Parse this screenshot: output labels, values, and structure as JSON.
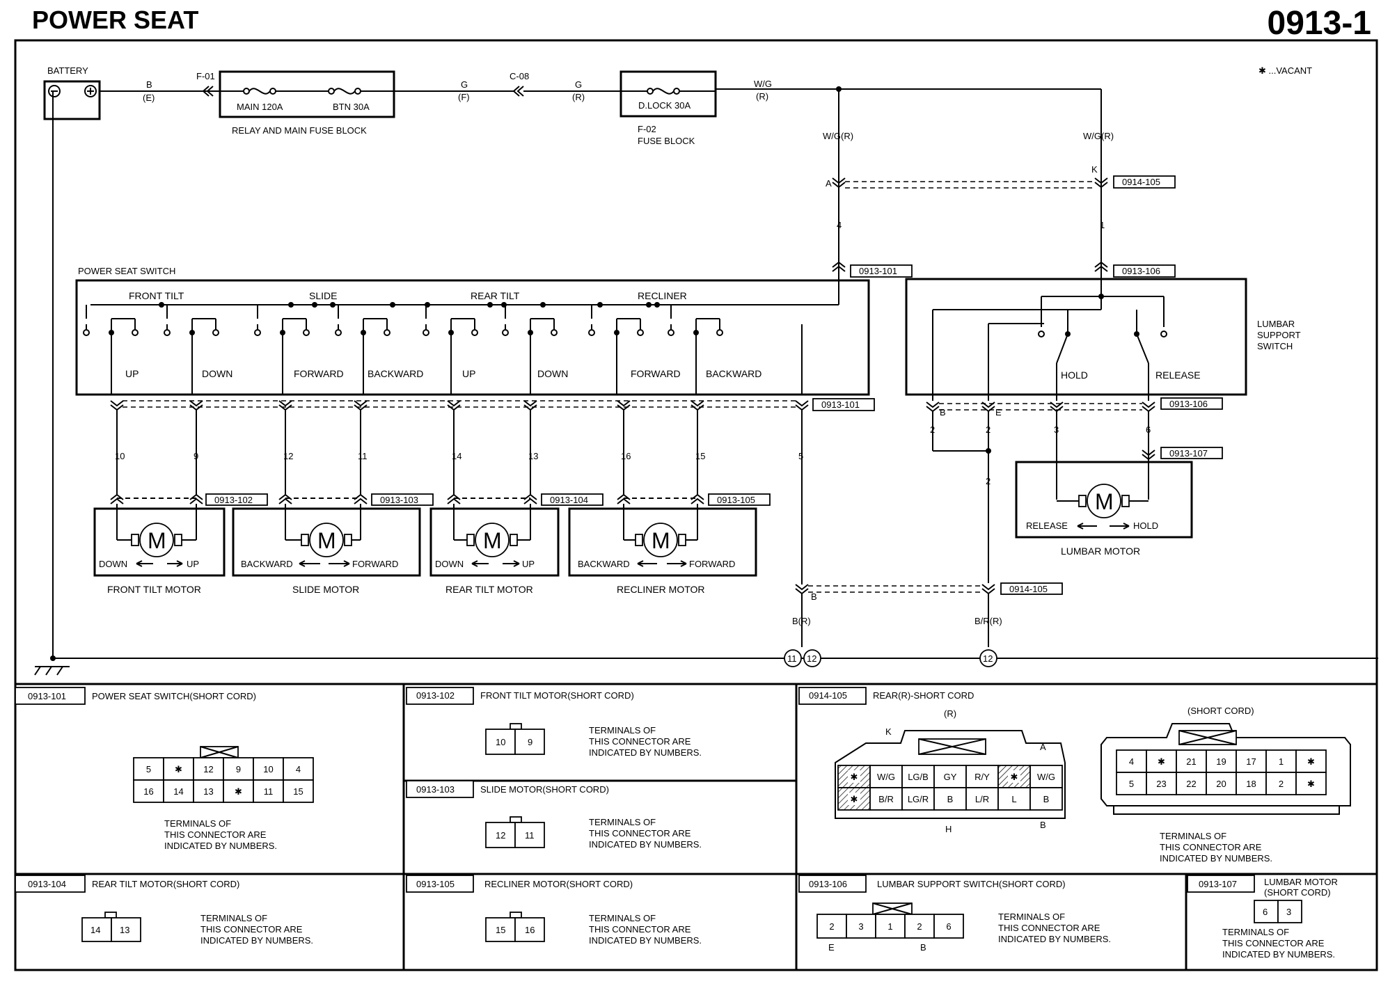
{
  "title": "POWER SEAT",
  "page_number": "0913-1",
  "vacant_legend": "✱ ...VACANT",
  "power": {
    "battery": "BATTERY",
    "wire_b": "B",
    "wire_b2": "(E)",
    "f01": "F-01",
    "main_fuse": "MAIN 120A",
    "btn_fuse": "BTN 30A",
    "relay_block": "RELAY AND MAIN FUSE BLOCK",
    "wire_g": "G",
    "wire_g_f": "(F)",
    "c08": "C-08",
    "wire_g2": "G",
    "wire_g_r": "(R)",
    "dlock_fuse": "D.LOCK 30A",
    "f02": "F-02",
    "fuse_block": "FUSE BLOCK",
    "wire_wg": "W/G",
    "wire_wg_r": "(R)",
    "wg_r_left": "W/G(R)",
    "wg_r_right": "W/G(R)"
  },
  "connectors": {
    "pin_a": "A",
    "pin_k": "K",
    "pin_4": "4",
    "pin_1": "1",
    "ref_0914_105_top": "0914-105",
    "ref_0913_101_top": "0913-101",
    "ref_0913_106_top": "0913-106",
    "ref_0913_101_bot": "0913-101",
    "ref_0913_106_bot": "0913-106",
    "ref_0913_107": "0913-107",
    "ref_0913_102": "0913-102",
    "ref_0913_103": "0913-103",
    "ref_0913_104": "0913-104",
    "ref_0913_105": "0913-105",
    "ref_0914_105_bot": "0914-105"
  },
  "switch": {
    "name": "POWER SEAT SWITCH",
    "front_tilt": "FRONT TILT",
    "slide": "SLIDE",
    "rear_tilt": "REAR TILT",
    "recliner": "RECLINER",
    "up1": "UP",
    "down1": "DOWN",
    "forward1": "FORWARD",
    "backward1": "BACKWARD",
    "up2": "UP",
    "down2": "DOWN",
    "forward2": "FORWARD",
    "backward2": "BACKWARD"
  },
  "lumbar_switch": {
    "name_1": "LUMBAR",
    "name_2": "SUPPORT",
    "name_3": "SWITCH",
    "hold": "HOLD",
    "release": "RELEASE",
    "pin_b": "B",
    "pin_e": "E"
  },
  "wires": {
    "p10": "10",
    "p9": "9",
    "p12": "12",
    "p11": "11",
    "p14": "14",
    "p13": "13",
    "p16": "16",
    "p15": "15",
    "p5": "5",
    "l2a": "2",
    "l2b": "2",
    "l3": "3",
    "l6": "6",
    "l2c": "2",
    "pin_b_lower": "B",
    "b_r": "B(R)",
    "b_r_r": "B/R(R)",
    "g11": "11",
    "g12": "12",
    "g12b": "12"
  },
  "motors": {
    "m": "M",
    "front_tilt": {
      "name": "FRONT TILT MOTOR",
      "left": "DOWN",
      "right": "UP"
    },
    "slide": {
      "name": "SLIDE MOTOR",
      "left": "BACKWARD",
      "right": "FORWARD"
    },
    "rear_tilt": {
      "name": "REAR TILT MOTOR",
      "left": "DOWN",
      "right": "UP"
    },
    "recliner": {
      "name": "RECLINER MOTOR",
      "left": "BACKWARD",
      "right": "FORWARD"
    },
    "lumbar": {
      "name": "LUMBAR MOTOR",
      "left": "RELEASE",
      "right": "HOLD"
    }
  },
  "panels": {
    "terms_1": "TERMINALS OF",
    "terms_2": "THIS CONNECTOR ARE",
    "terms_3": "INDICATED BY NUMBERS.",
    "p101": {
      "id": "0913-101",
      "title": "POWER SEAT SWITCH(SHORT CORD)",
      "row1": [
        "5",
        "✱",
        "12",
        "9",
        "10",
        "4"
      ],
      "row2": [
        "16",
        "14",
        "13",
        "✱",
        "11",
        "15"
      ]
    },
    "p102": {
      "id": "0913-102",
      "title": "FRONT TILT MOTOR(SHORT CORD)",
      "pins": [
        "10",
        "9"
      ]
    },
    "p103": {
      "id": "0913-103",
      "title": "SLIDE MOTOR(SHORT CORD)",
      "pins": [
        "12",
        "11"
      ]
    },
    "p104": {
      "id": "0913-104",
      "title": "REAR TILT MOTOR(SHORT CORD)",
      "pins": [
        "14",
        "13"
      ]
    },
    "p105": {
      "id": "0913-105",
      "title": "RECLINER MOTOR(SHORT CORD)",
      "pins": [
        "15",
        "16"
      ]
    },
    "p914": {
      "id": "0914-105",
      "title": "REAR(R)-SHORT CORD",
      "sub_r": "(R)",
      "sub_sc": "(SHORT CORD)",
      "k": "K",
      "a": "A",
      "h": "H",
      "b": "B",
      "r_row1": [
        "✱",
        "W/G",
        "LG/B",
        "GY",
        "R/Y",
        "✱",
        "W/G"
      ],
      "r_row2": [
        "✱",
        "B/R",
        "LG/R",
        "B",
        "L/R",
        "L",
        "B"
      ],
      "s_row1": [
        "4",
        "✱",
        "21",
        "19",
        "17",
        "1",
        "✱"
      ],
      "s_row2": [
        "5",
        "23",
        "22",
        "20",
        "18",
        "2",
        "✱"
      ]
    },
    "p106": {
      "id": "0913-106",
      "title": "LUMBAR SUPPORT SWITCH(SHORT CORD)",
      "pins": [
        "2",
        "3",
        "1",
        "2",
        "6"
      ],
      "e": "E",
      "b": "B"
    },
    "p107": {
      "id": "0913-107",
      "title_1": "LUMBAR MOTOR",
      "title_2": "(SHORT CORD)",
      "pins": [
        "6",
        "3"
      ]
    }
  }
}
